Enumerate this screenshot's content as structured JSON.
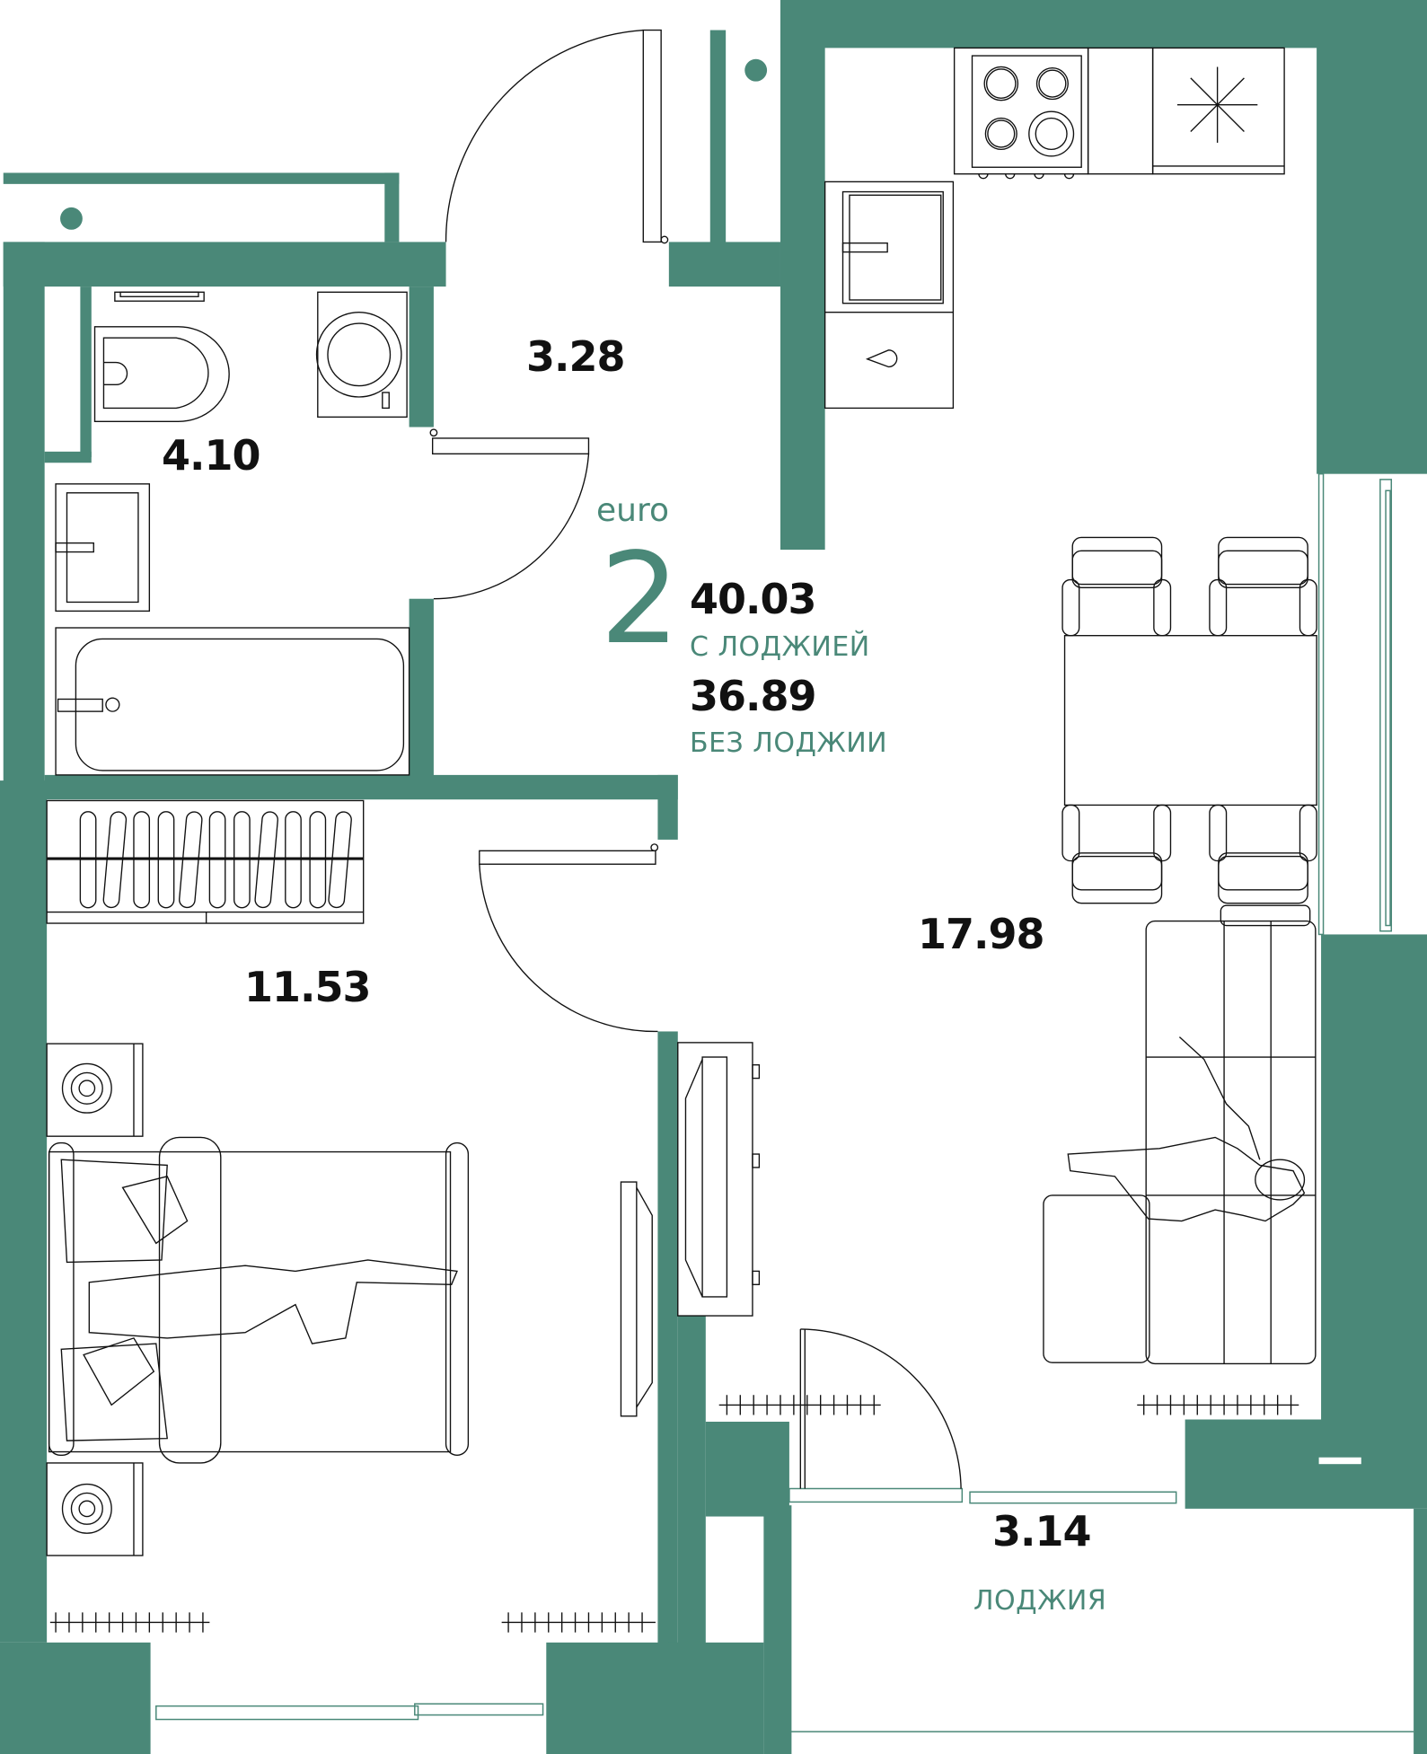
{
  "plan": {
    "type_label": "euro",
    "rooms_count": "2",
    "area_with_loggia": "40.03",
    "area_with_loggia_caption": "С ЛОДЖИЕЙ",
    "area_without_loggia": "36.89",
    "area_without_loggia_caption": "БЕЗ ЛОДЖИИ"
  },
  "rooms": {
    "bathroom": {
      "area": "4.10"
    },
    "hallway": {
      "area": "3.28"
    },
    "kitchen_living": {
      "area": "17.98"
    },
    "bedroom": {
      "area": "11.53"
    },
    "loggia": {
      "area": "3.14",
      "caption": "ЛОДЖИЯ"
    }
  },
  "colors": {
    "wall": "#4a8878",
    "accent_text": "#4a8878",
    "area_text": "#111111",
    "background": "#ffffff"
  },
  "icons": [
    "door-swing-icon",
    "stove-icon",
    "fridge-snowflake-icon",
    "sink-icon",
    "toilet-icon",
    "washing-machine-icon",
    "bathtub-icon",
    "wardrobe-icon",
    "bed-icon",
    "nightstand-icon",
    "tv-stand-icon",
    "dining-table-icon",
    "chair-icon",
    "sofa-icon",
    "person-icon",
    "radiator-icon",
    "window-icon",
    "ventilation-shaft-icon"
  ]
}
